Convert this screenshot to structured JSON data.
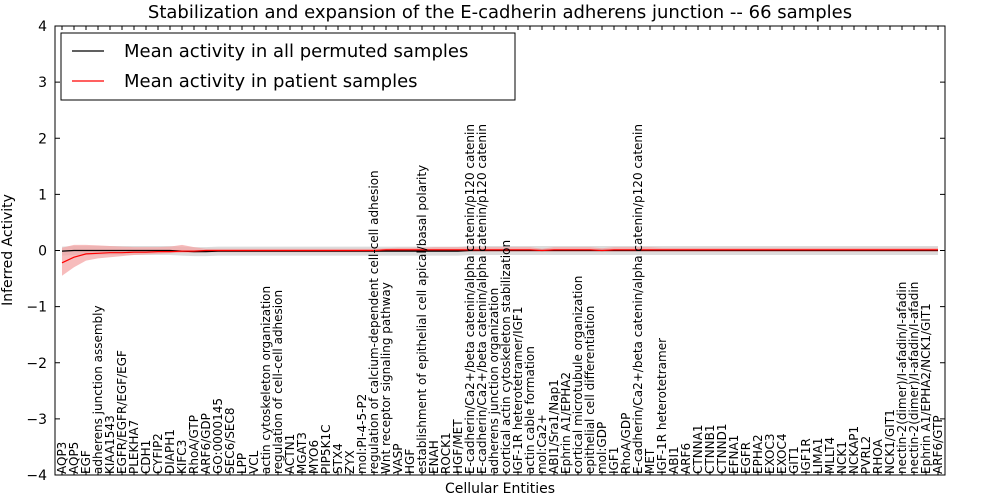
{
  "chart_data": {
    "type": "line",
    "title": "Stabilization and expansion of the E-cadherin adherens junction -- 66 samples",
    "xlabel": "Cellular Entities",
    "ylabel": "Inferred Activity",
    "ylim": [
      -4,
      4
    ],
    "yticks": [
      -4,
      -3,
      -2,
      -1,
      0,
      1,
      2,
      3,
      4
    ],
    "legend_position": "top-left",
    "categories": [
      "AQP3",
      "AQP5",
      "EGF",
      "adherens junction assembly",
      "KIAA1543",
      "EGFR/EGFR/EGF/EGF",
      "PLEKHA7",
      "CDH1",
      "CYFIP2",
      "DIAPH1",
      "KIFC3",
      "RhoA/GTP",
      "ARF6/GDP",
      "GO:0000145",
      "SEC6/SEC8",
      "LPP",
      "VCL",
      "actin cytoskeleton organization",
      "regulation of cell-cell adhesion",
      "ACTN1",
      "MGAT3",
      "MYO6",
      "PIP5K1C",
      "STX4",
      "ZYX",
      "mol:PI-4-5-P2",
      "regulation of calcium-dependent cell-cell adhesion",
      "Wnt receptor signaling pathway",
      "VASP",
      "HGF",
      "establishment of epithelial cell apical/basal polarity",
      "ENAH",
      "ROCK1",
      "HGF/MET",
      "E-cadherin/Ca2+/beta catenin/alpha catenin/p120 catenin",
      "E-cadherin/Ca2+/beta catenin/alpha catenin/p120 catenin",
      "adherens junction organization",
      "cortical actin cytoskeleton stabilization",
      "IGF-1R heterotetramer/IGF1",
      "actin cable formation",
      "mol:Ca2+",
      "ABI1/Sra1/Nap1",
      "Ephrin A1/EPHA2",
      "cortical microtubule organization",
      "epithelial cell differentiation",
      "mol:GDP",
      "IGF1",
      "RhoA/GDP",
      "E-cadherin/Ca2+/beta catenin/alpha catenin/p120 catenin",
      "MET",
      "IGF-1R heterotetramer",
      "ABI1",
      "ARF6",
      "CTNNA1",
      "CTNNB1",
      "CTNND1",
      "EFNA1",
      "EGFR",
      "EPHA2",
      "EXOC3",
      "EXOC4",
      "GIT1",
      "IGF1R",
      "LIMA1",
      "MLLT4",
      "NCK1",
      "NCKAP1",
      "PVRL2",
      "RHOA",
      "NCK1/GIT1",
      "nectin-2(dimer)/I-afadin/I-afadin",
      "nectin-2(dimer)/I-afadin/I-afadin",
      "Ephrin A1/EPHA2/NCK1/GIT1",
      "ARF6/GTP"
    ],
    "series": [
      {
        "name": "Mean activity in all permuted samples",
        "color": "#000000",
        "values": [
          -0.01,
          0.0,
          0.0,
          0.0,
          0.0,
          0.0,
          0.0,
          0.0,
          0.0,
          0.0,
          -0.01,
          -0.02,
          -0.02,
          -0.01,
          -0.01,
          -0.01,
          -0.01,
          -0.01,
          -0.01,
          -0.01,
          -0.01,
          -0.01,
          -0.01,
          -0.01,
          -0.01,
          -0.01,
          -0.01,
          -0.01,
          -0.01,
          -0.01,
          -0.01,
          -0.01,
          -0.01,
          -0.01,
          0.0,
          0.0,
          0.0,
          0.0,
          0.0,
          0.0,
          0.0,
          0.0,
          0.0,
          0.0,
          0.0,
          0.0,
          0.0,
          0.0,
          0.0,
          0.0,
          0.0,
          0.0,
          0.0,
          0.0,
          0.0,
          0.0,
          0.0,
          0.0,
          0.0,
          0.0,
          0.0,
          0.0,
          0.0,
          0.0,
          0.0,
          0.0,
          0.0,
          0.0,
          0.0,
          0.0,
          0.0,
          0.0,
          0.0,
          0.0
        ],
        "band": 0.08,
        "band_color": "#d3d3d3"
      },
      {
        "name": "Mean activity in patient samples",
        "color": "#ff0000",
        "values": [
          -0.22,
          -0.12,
          -0.06,
          -0.05,
          -0.04,
          -0.04,
          -0.03,
          -0.03,
          -0.02,
          -0.02,
          -0.01,
          -0.01,
          0.0,
          0.0,
          0.0,
          0.0,
          0.0,
          0.0,
          0.0,
          0.0,
          0.0,
          0.0,
          0.0,
          0.0,
          0.0,
          0.0,
          0.0,
          0.01,
          0.01,
          0.01,
          0.01,
          0.01,
          0.01,
          0.01,
          0.01,
          0.01,
          0.01,
          0.01,
          0.01,
          0.01,
          0.0,
          0.01,
          0.01,
          0.01,
          0.01,
          0.0,
          0.01,
          0.01,
          0.01,
          0.01,
          0.01,
          0.01,
          0.01,
          0.01,
          0.01,
          0.01,
          0.01,
          0.01,
          0.01,
          0.01,
          0.01,
          0.01,
          0.01,
          0.01,
          0.01,
          0.01,
          0.01,
          0.01,
          0.01,
          0.01,
          0.01,
          0.01,
          0.01,
          0.01
        ],
        "band_upper": [
          0.05,
          0.1,
          0.1,
          0.09,
          0.08,
          0.07,
          0.06,
          0.06,
          0.06,
          0.07,
          0.1,
          0.06,
          0.03,
          0.03,
          0.03,
          0.03,
          0.03,
          0.03,
          0.03,
          0.03,
          0.03,
          0.03,
          0.03,
          0.03,
          0.03,
          0.03,
          0.03,
          0.04,
          0.05,
          0.05,
          0.05,
          0.06,
          0.06,
          0.06,
          0.06,
          0.06,
          0.06,
          0.06,
          0.06,
          0.06,
          0.03,
          0.06,
          0.06,
          0.06,
          0.06,
          0.04,
          0.06,
          0.06,
          0.06,
          0.06,
          0.05,
          0.05,
          0.05,
          0.05,
          0.05,
          0.05,
          0.05,
          0.05,
          0.05,
          0.05,
          0.05,
          0.05,
          0.05,
          0.05,
          0.05,
          0.05,
          0.05,
          0.05,
          0.05,
          0.05,
          0.05,
          0.05,
          0.05,
          0.05
        ],
        "band_lower": [
          -0.45,
          -0.3,
          -0.18,
          -0.14,
          -0.12,
          -0.1,
          -0.08,
          -0.07,
          -0.06,
          -0.05,
          -0.04,
          -0.04,
          -0.03,
          -0.03,
          -0.03,
          -0.03,
          -0.03,
          -0.03,
          -0.03,
          -0.03,
          -0.03,
          -0.03,
          -0.03,
          -0.03,
          -0.03,
          -0.03,
          -0.03,
          -0.02,
          -0.02,
          -0.02,
          -0.02,
          -0.02,
          -0.02,
          -0.02,
          -0.02,
          -0.02,
          -0.02,
          -0.02,
          -0.02,
          -0.02,
          -0.02,
          -0.02,
          -0.02,
          -0.02,
          -0.02,
          -0.02,
          -0.02,
          -0.02,
          -0.02,
          -0.02,
          -0.02,
          -0.02,
          -0.02,
          -0.02,
          -0.02,
          -0.02,
          -0.02,
          -0.02,
          -0.02,
          -0.02,
          -0.02,
          -0.02,
          -0.02,
          -0.02,
          -0.02,
          -0.02,
          -0.02,
          -0.02,
          -0.02,
          -0.02,
          -0.02,
          -0.02,
          -0.02,
          -0.02
        ],
        "band_color": "#f4a6a6"
      }
    ],
    "grid": false
  }
}
